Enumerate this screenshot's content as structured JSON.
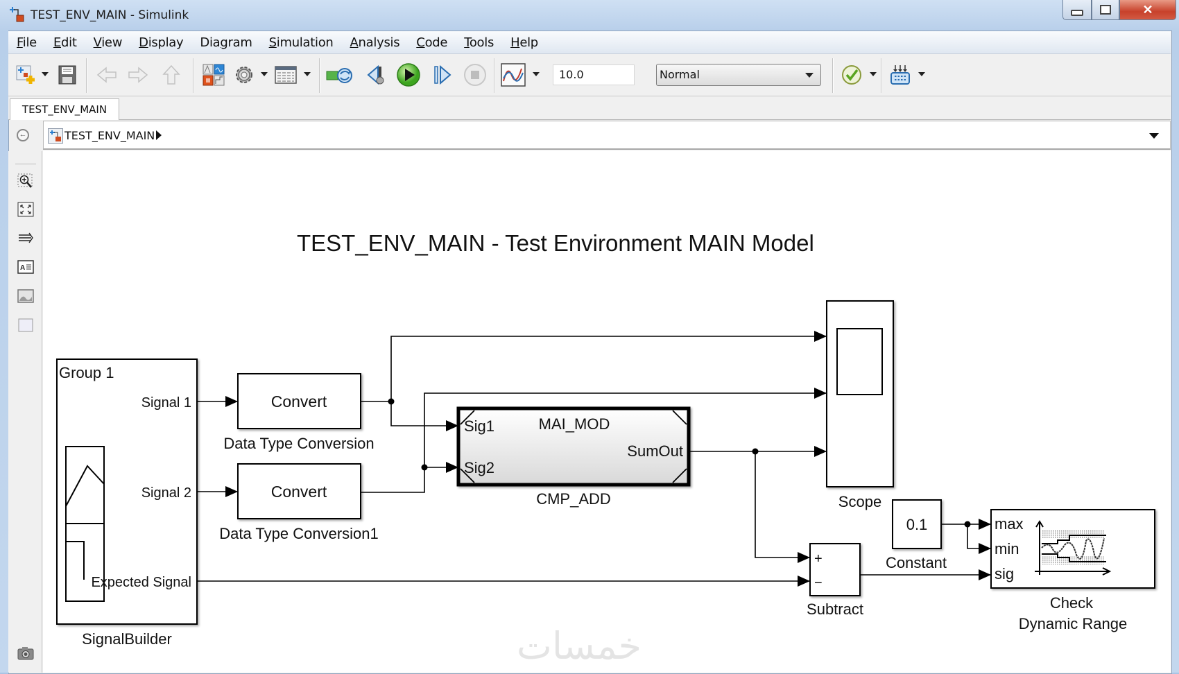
{
  "window": {
    "title": "TEST_ENV_MAIN - Simulink",
    "controls": {
      "minimize": "minimize-icon",
      "maximize": "maximize-icon",
      "close": "close-icon"
    }
  },
  "menubar": {
    "items": [
      {
        "label": "File",
        "accel": "F"
      },
      {
        "label": "Edit",
        "accel": "E"
      },
      {
        "label": "View",
        "accel": "V"
      },
      {
        "label": "Display",
        "accel": "D"
      },
      {
        "label": "Diagram",
        "accel": "g"
      },
      {
        "label": "Simulation",
        "accel": "S"
      },
      {
        "label": "Analysis",
        "accel": "A"
      },
      {
        "label": "Code",
        "accel": "C"
      },
      {
        "label": "Tools",
        "accel": "T"
      },
      {
        "label": "Help",
        "accel": "H"
      }
    ]
  },
  "toolbar": {
    "buttons": [
      {
        "name": "new-model",
        "icon": "new-model-icon"
      },
      {
        "name": "save",
        "icon": "save-icon"
      },
      {
        "name": "back",
        "icon": "arrow-left-icon",
        "disabled": true
      },
      {
        "name": "forward",
        "icon": "arrow-right-icon",
        "disabled": true
      },
      {
        "name": "up",
        "icon": "arrow-up-icon",
        "disabled": true
      },
      {
        "name": "library-browser",
        "icon": "library-browser-icon"
      },
      {
        "name": "model-config",
        "icon": "gear-icon"
      },
      {
        "name": "model-explorer",
        "icon": "model-explorer-icon"
      },
      {
        "name": "update-diagram",
        "icon": "refresh-icon"
      },
      {
        "name": "step-back",
        "icon": "step-back-icon"
      },
      {
        "name": "run",
        "icon": "play-icon"
      },
      {
        "name": "step-forward",
        "icon": "step-forward-icon"
      },
      {
        "name": "stop",
        "icon": "stop-icon",
        "disabled": true
      },
      {
        "name": "scope-viewer",
        "icon": "signal-viewer-icon"
      },
      {
        "name": "model-advisor",
        "icon": "checkmark-icon"
      },
      {
        "name": "build",
        "icon": "build-icon"
      }
    ],
    "stop_time": "10.0",
    "sim_mode": "Normal"
  },
  "tabs": [
    {
      "label": "TEST_ENV_MAIN",
      "active": true
    }
  ],
  "breadcrumb": {
    "items": [
      "TEST_ENV_MAIN"
    ]
  },
  "palette": {
    "tools": [
      "zoom-icon",
      "fit-view-icon",
      "signal-routing-icon",
      "annotation-icon",
      "image-icon",
      "area-icon",
      "screenshot-icon"
    ]
  },
  "diagram": {
    "title": "TEST_ENV_MAIN - Test Environment MAIN Model",
    "blocks": {
      "signal_builder": {
        "name": "SignalBuilder",
        "group": "Group  1",
        "outputs": [
          "Signal  1",
          "Signal  2",
          "Expected  Signal"
        ]
      },
      "convert1": {
        "name": "Data Type Conversion",
        "text": "Convert"
      },
      "convert2": {
        "name": "Data Type Conversion1",
        "text": "Convert"
      },
      "cmp_add": {
        "name": "CMP_ADD",
        "model": "MAI_MOD",
        "inputs": [
          "Sig1",
          "Sig2"
        ],
        "output": "SumOut"
      },
      "scope": {
        "name": "Scope"
      },
      "constant": {
        "name": "Constant",
        "value": "0.1"
      },
      "subtract": {
        "name": "Subtract",
        "signs": [
          "+",
          "−"
        ]
      },
      "check": {
        "name_line1": "Check",
        "name_line2": "Dynamic Range",
        "inputs": [
          "max",
          "min",
          "sig"
        ]
      }
    }
  },
  "watermark": "خمسات"
}
